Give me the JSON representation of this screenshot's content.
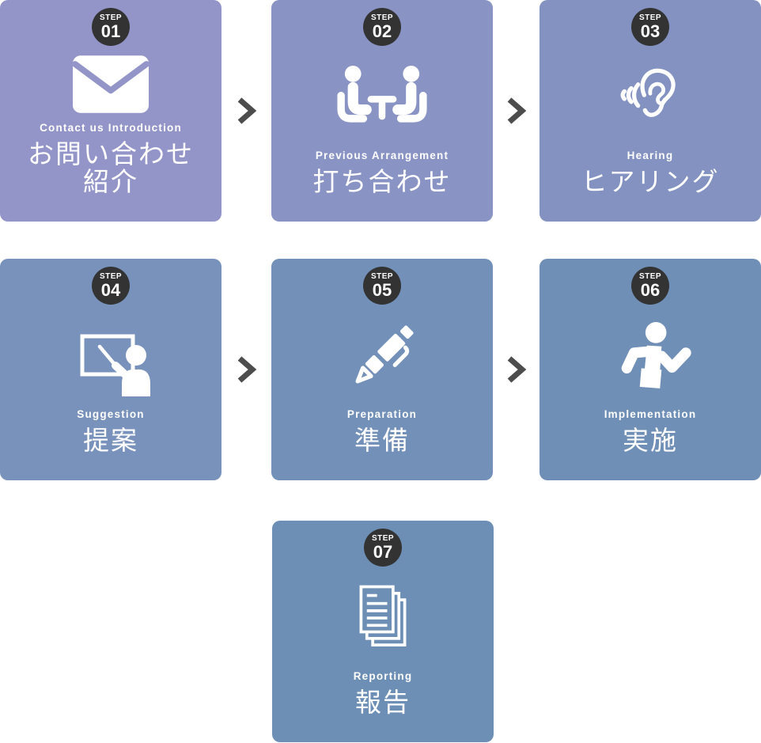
{
  "flow": {
    "badge_bg": "#333333",
    "arrow_color": "#4d4d4d",
    "text_color": "#ffffff",
    "steps": [
      {
        "badge": "STEP",
        "num": "01",
        "en": "Contact us Introduction",
        "ja_lines": [
          "お問い合わせ",
          "紹介"
        ],
        "icon": "mail-icon",
        "bg": "#9394c8"
      },
      {
        "badge": "STEP",
        "num": "02",
        "en": "Previous Arrangement",
        "ja_lines": [
          "打ち合わせ"
        ],
        "icon": "meeting-icon",
        "bg": "#8993c4"
      },
      {
        "badge": "STEP",
        "num": "03",
        "en": "Hearing",
        "ja_lines": [
          "ヒアリング"
        ],
        "icon": "ear-icon",
        "bg": "#8392c0"
      },
      {
        "badge": "STEP",
        "num": "04",
        "en": "Suggestion",
        "ja_lines": [
          "提案"
        ],
        "icon": "presentation-icon",
        "bg": "#7992bb"
      },
      {
        "badge": "STEP",
        "num": "05",
        "en": "Preparation",
        "ja_lines": [
          "準備"
        ],
        "icon": "pen-icon",
        "bg": "#7390b9"
      },
      {
        "badge": "STEP",
        "num": "06",
        "en": "Implementation",
        "ja_lines": [
          "実施"
        ],
        "icon": "runner-icon",
        "bg": "#6f8fb6"
      },
      {
        "badge": "STEP",
        "num": "07",
        "en": "Reporting",
        "ja_lines": [
          "報告"
        ],
        "icon": "documents-icon",
        "bg": "#6d8fb5"
      }
    ]
  }
}
